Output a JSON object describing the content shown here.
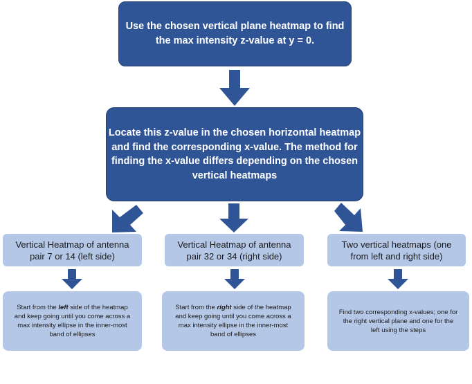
{
  "flowchart": {
    "top_box": {
      "line1": "Use the chosen vertical plane heatmap to find",
      "line2": "the max intensity z-value at y = 0."
    },
    "middle_box": {
      "line1": "Locate this z-value in the chosen horizontal heatmap",
      "line2": "and find the corresponding x-value. The method for",
      "line3": "finding the x-value differs depending on the chosen",
      "line4": "vertical heatmaps"
    },
    "branches": [
      {
        "header": {
          "line1": "Vertical Heatmap of antenna",
          "line2": "pair 7 or 14 (left side)"
        },
        "step": {
          "line1_pre": "Start from the ",
          "line1_em": "left",
          "line1_post": " side of the heatmap",
          "line2": "and keep going until you come across a",
          "line3": "max intensity ellipse in the inner-most",
          "line4": "band of ellipses"
        }
      },
      {
        "header": {
          "line1": "Vertical Heatmap of antenna",
          "line2": "pair 32 or 34 (right side)"
        },
        "step": {
          "line1_pre": "Start from the ",
          "line1_em": "right",
          "line1_post": " side of the heatmap",
          "line2": "and keep going until you come across a",
          "line3": "max intensity ellipse in the inner-most",
          "line4": "band of ellipses"
        }
      },
      {
        "header": {
          "line1": "Two vertical heatmaps  (one",
          "line2": "from left and right side)"
        },
        "step": {
          "line1": "Find two corresponding x-values; one for",
          "line2": "the right vertical plane and one for the",
          "line3": "left using the steps"
        }
      }
    ],
    "colors": {
      "dark_box": "#2f5597",
      "light_box": "#b4c7e7",
      "arrow": "#2f5597"
    }
  }
}
